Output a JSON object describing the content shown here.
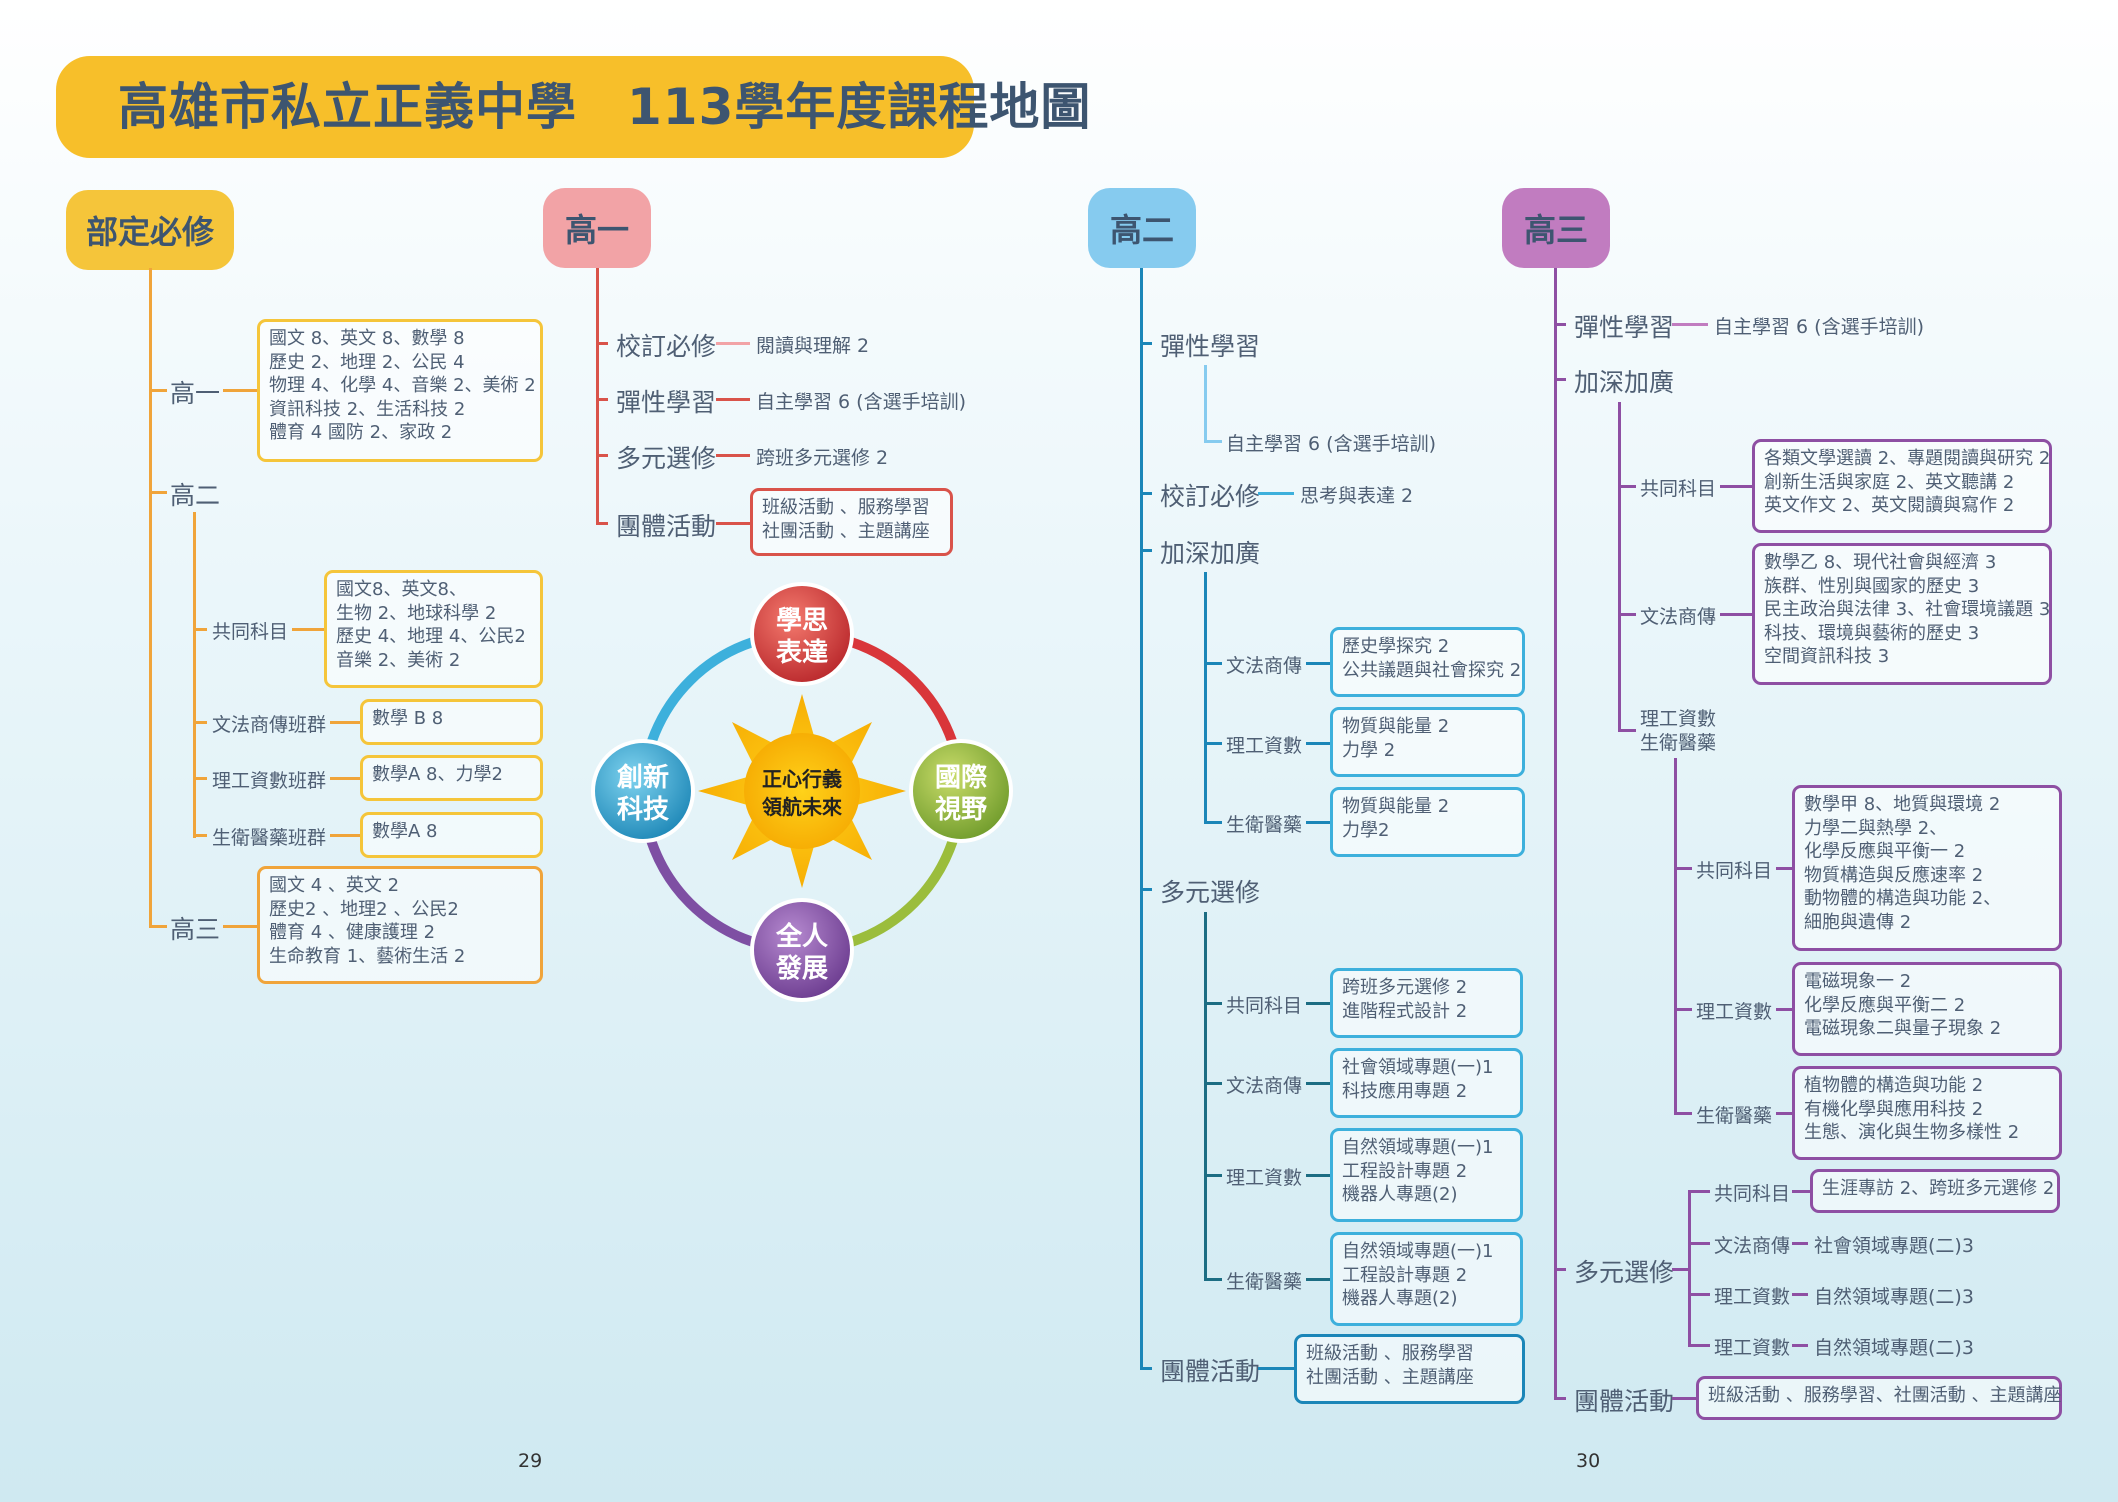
{
  "title": {
    "school": "高雄市私立正義中學",
    "year": "113學年度課程地圖"
  },
  "headers": {
    "required": "部定必修",
    "g1": "高一",
    "g2": "高二",
    "g3": "高三"
  },
  "colors": {
    "required": "#f0a43a",
    "g1": "#d9534a",
    "g2": "#1b86b8",
    "g2_light": "#5cbbe0",
    "g2_dark": "#1c6d83",
    "g3": "#8e4fa3",
    "banner": "#f7bf2a"
  },
  "required": {
    "g1": {
      "label": "高一",
      "lines": [
        "國文 8、英文 8、數學 8",
        "歷史 2、地理 2、公民 4",
        "物理 4、化學 4、音樂 2、美術 2",
        "資訊科技 2、生活科技 2",
        "體育 4 國防 2、家政 2"
      ]
    },
    "g2": {
      "label": "高二",
      "common": {
        "label": "共同科目",
        "lines": [
          "國文8、英文8、",
          "生物 2、地球科學 2",
          "歷史 4、地理 4、公民2",
          "音樂 2、美術 2"
        ]
      },
      "law": {
        "label": "文法商傳班群",
        "lines": [
          "數學 B 8"
        ]
      },
      "sci": {
        "label": "理工資數班群",
        "lines": [
          "數學A 8、力學2"
        ]
      },
      "bio": {
        "label": "生衛醫藥班群",
        "lines": [
          "數學A 8"
        ]
      }
    },
    "g3": {
      "label": "高三",
      "lines": [
        "國文 4 、英文 2",
        "歷史2 、地理2 、公民2",
        "體育 4 、健康護理 2",
        "生命教育 1、藝術生活 2"
      ]
    }
  },
  "g1": {
    "school": {
      "label": "校訂必修",
      "value": "閱讀與理解 2"
    },
    "flex": {
      "label": "彈性學習",
      "value": "自主學習 6 (含選手培訓)"
    },
    "multi": {
      "label": "多元選修",
      "value": "跨班多元選修 2"
    },
    "group": {
      "label": "團體活動",
      "lines": [
        "班級活動 、服務學習",
        "社團活動 、主題講座"
      ]
    }
  },
  "center": {
    "top": [
      "學思",
      "表達"
    ],
    "left": [
      "創新",
      "科技"
    ],
    "right": [
      "國際",
      "視野"
    ],
    "bottom": [
      "全人",
      "發展"
    ],
    "core": [
      "正心行義",
      "領航未來"
    ]
  },
  "g2": {
    "flex": {
      "label": "彈性學習",
      "value": "自主學習 6 (含選手培訓)"
    },
    "school": {
      "label": "校訂必修",
      "value": "思考與表達 2"
    },
    "deep": {
      "label": "加深加廣",
      "law": {
        "label": "文法商傳",
        "lines": [
          "歷史學探究 2",
          "公共議題與社會探究 2"
        ]
      },
      "sci": {
        "label": "理工資數",
        "lines": [
          "物質與能量 2",
          "力學 2"
        ]
      },
      "bio": {
        "label": "生衛醫藥",
        "lines": [
          "物質與能量 2",
          "力學2"
        ]
      }
    },
    "multi": {
      "label": "多元選修",
      "common": {
        "label": "共同科目",
        "lines": [
          "跨班多元選修 2",
          "進階程式設計 2"
        ]
      },
      "law": {
        "label": "文法商傳",
        "lines": [
          "社會領域專題(一)1",
          "科技應用專題 2"
        ]
      },
      "sci": {
        "label": "理工資數",
        "lines": [
          "自然領域專題(一)1",
          "工程設計專題 2",
          "機器人專題(2)"
        ]
      },
      "bio": {
        "label": "生衛醫藥",
        "lines": [
          "自然領域專題(一)1",
          "工程設計專題 2",
          "機器人專題(2)"
        ]
      }
    },
    "group": {
      "label": "團體活動",
      "lines": [
        "班級活動 、服務學習",
        "社團活動 、主題講座"
      ]
    }
  },
  "g3": {
    "flex": {
      "label": "彈性學習",
      "value": "自主學習 6 (含選手培訓)"
    },
    "deep": {
      "label": "加深加廣",
      "common": {
        "label": "共同科目",
        "lines": [
          "各類文學選讀 2、專題閱讀與研究 2",
          "創新生活與家庭 2、英文聽講 2",
          "英文作文 2、英文閱讀與寫作 2"
        ]
      },
      "law": {
        "label": "文法商傳",
        "lines": [
          "數學乙 8、現代社會與經濟 3",
          "族群、性別與國家的歷史 3",
          "民主政治與法律 3、社會環境議題 3",
          "科技、環境與藝術的歷史 3",
          "空間資訊科技 3"
        ]
      },
      "scibio": {
        "label1": "理工資數",
        "label2": "生衛醫藥",
        "common": {
          "label": "共同科目",
          "lines": [
            "數學甲 8、地質與環境 2",
            "力學二與熱學 2、",
            "化學反應與平衡一 2",
            "物質構造與反應速率 2",
            "動物體的構造與功能 2、",
            "細胞與遺傳 2"
          ]
        },
        "sci": {
          "label": "理工資數",
          "lines": [
            "電磁現象一 2",
            "化學反應與平衡二 2",
            "電磁現象二與量子現象 2"
          ]
        },
        "bio": {
          "label": "生衛醫藥",
          "lines": [
            "植物體的構造與功能 2",
            "有機化學與應用科技 2",
            "生態、演化與生物多樣性 2"
          ]
        }
      }
    },
    "multi": {
      "label": "多元選修",
      "common": {
        "label": "共同科目",
        "value": "生涯專訪 2、跨班多元選修 2"
      },
      "law": {
        "label": "文法商傳",
        "value": "社會領域專題(二)3"
      },
      "sci": {
        "label": "理工資數",
        "value": "自然領域專題(二)3"
      },
      "sci2": {
        "label": "理工資數",
        "value": "自然領域專題(二)3"
      }
    },
    "group": {
      "label": "團體活動",
      "value": "班級活動 、服務學習、社團活動 、主題講座"
    }
  },
  "pages": {
    "left": "29",
    "right": "30"
  }
}
